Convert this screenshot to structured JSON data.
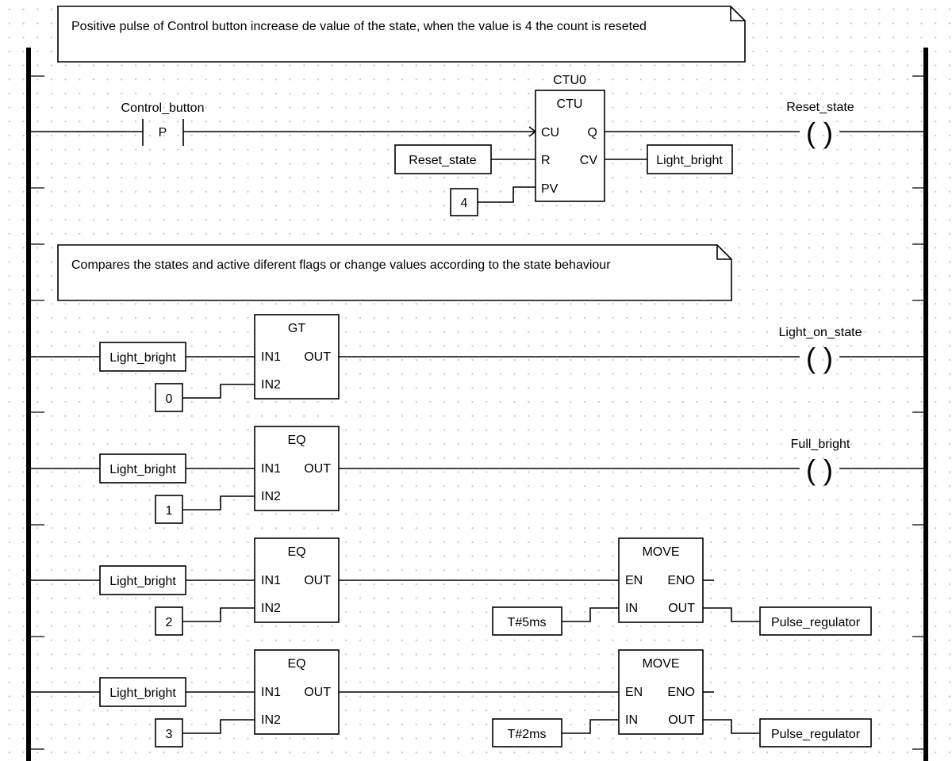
{
  "comments": [
    "Positive pulse of Control button increase de value of the state, when the value is 4 the count is reseted",
    "Compares the states and active diferent flags or change values according to the state behaviour"
  ],
  "rung1": {
    "contact_var": "Control_button",
    "contact_type": "P",
    "block_instance": "CTU0",
    "block_type": "CTU",
    "pins": {
      "cu": "CU",
      "r": "R",
      "pv": "PV",
      "q": "Q",
      "cv": "CV"
    },
    "r_var": "Reset_state",
    "pv_const": "4",
    "cv_var": "Light_bright",
    "coil_var": "Reset_state"
  },
  "pins": {
    "in1": "IN1",
    "in2": "IN2",
    "out": "OUT",
    "en": "EN",
    "eno": "ENO",
    "in": "IN"
  },
  "coil_glyph": "( )",
  "rungs": [
    {
      "block": "GT",
      "in1": "Light_bright",
      "in2": "0",
      "coil": "Light_on_state"
    },
    {
      "block": "EQ",
      "in1": "Light_bright",
      "in2": "1",
      "coil": "Full_bright"
    },
    {
      "block": "EQ",
      "in1": "Light_bright",
      "in2": "2",
      "move": {
        "title": "MOVE",
        "in": "T#5ms",
        "out": "Pulse_regulator"
      }
    },
    {
      "block": "EQ",
      "in1": "Light_bright",
      "in2": "3",
      "move": {
        "title": "MOVE",
        "in": "T#2ms",
        "out": "Pulse_regulator"
      }
    }
  ]
}
